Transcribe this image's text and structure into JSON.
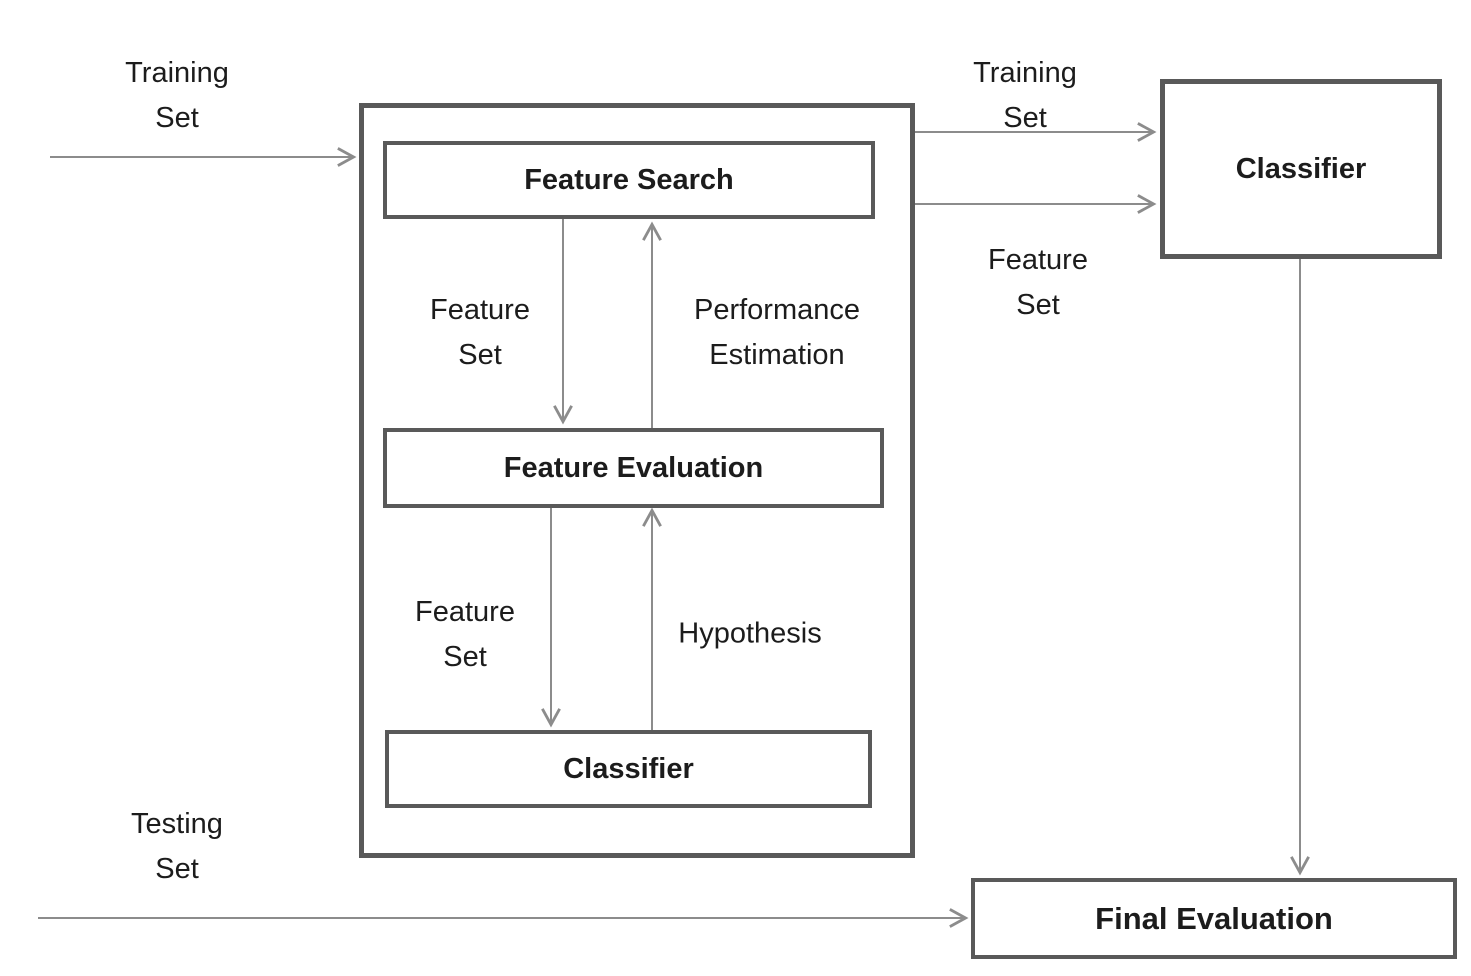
{
  "diagram_type": "flowchart",
  "title_hint": "Wrapper method for feature selection",
  "colors": {
    "background": "#ffffff",
    "box_border": "#595959",
    "arrow_line": "#8c8c8c",
    "text": "#1c1c1c"
  },
  "nodes": {
    "feature_search": {
      "label": "Feature Search"
    },
    "feature_evaluation": {
      "label": "Feature Evaluation"
    },
    "wrapper_classifier": {
      "label": "Classifier"
    },
    "external_classifier": {
      "label": "Classifier"
    },
    "final_evaluation": {
      "label": "Final Evaluation"
    }
  },
  "edges": [
    {
      "id": "training-set-left",
      "from": "training data",
      "to": "feature selection wrapper",
      "label": "Training\nSet"
    },
    {
      "id": "training-set-right",
      "from": "feature selection wrapper",
      "to": "external classifier",
      "label": "Training\nSet"
    },
    {
      "id": "feature-set-right",
      "from": "feature selection wrapper",
      "to": "external classifier",
      "label": "Feature\nSet"
    },
    {
      "id": "feature-set-search-to-eval",
      "from": "feature search",
      "to": "feature evaluation",
      "label": "Feature\nSet"
    },
    {
      "id": "performance-estimation",
      "from": "feature evaluation",
      "to": "feature search",
      "label": "Performance\nEstimation"
    },
    {
      "id": "feature-set-eval-to-classifier",
      "from": "feature evaluation",
      "to": "wrapper classifier",
      "label": "Feature\nSet"
    },
    {
      "id": "hypothesis",
      "from": "wrapper classifier",
      "to": "feature evaluation",
      "label": "Hypothesis"
    },
    {
      "id": "classifier-to-final",
      "from": "external classifier",
      "to": "final evaluation",
      "label": ""
    },
    {
      "id": "testing-set",
      "from": "testing data",
      "to": "final evaluation",
      "label": "Testing\nSet"
    }
  ],
  "edge_labels": {
    "training_set_left": "Training\nSet",
    "training_set_right": "Training\nSet",
    "feature_set_right": "Feature\nSet",
    "feature_set_upper": "Feature\nSet",
    "performance_estimation": "Performance\nEstimation",
    "feature_set_lower": "Feature\nSet",
    "hypothesis": "Hypothesis",
    "testing_set": "Testing\nSet"
  }
}
